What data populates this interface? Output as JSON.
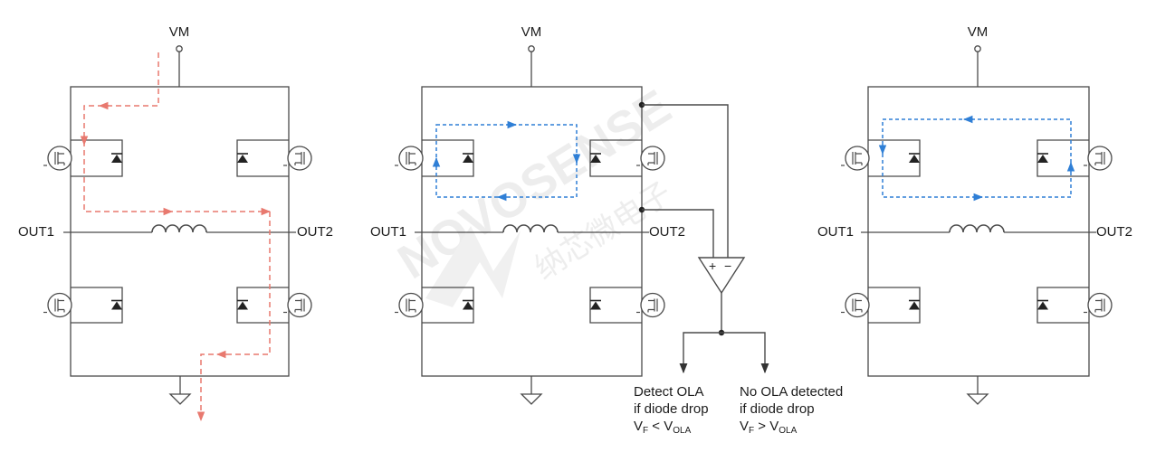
{
  "diagram": {
    "panels": [
      {
        "vm_label": "VM",
        "out1_label": "OUT1",
        "out2_label": "OUT2",
        "current_path_color": "#e8796f"
      },
      {
        "vm_label": "VM",
        "out1_label": "OUT1",
        "out2_label": "OUT2",
        "current_path_color": "#2f7fd6"
      },
      {
        "vm_label": "VM",
        "out1_label": "OUT1",
        "out2_label": "OUT2",
        "current_path_color": "#2f7fd6"
      }
    ],
    "comparator": {
      "plus_sign": "+",
      "minus_sign": "−"
    },
    "outcomes": [
      {
        "line1": "Detect OLA",
        "line2": "if diode drop",
        "v_f": "V",
        "v_f_sub": "F",
        "relation": " < ",
        "v_ola": "V",
        "v_ola_sub": "OLA"
      },
      {
        "line1": "No OLA detected",
        "line2": "if diode drop",
        "v_f": "V",
        "v_f_sub": "F",
        "relation": " > ",
        "v_ola": "V",
        "v_ola_sub": "OLA"
      }
    ],
    "watermark": {
      "brand": "NOVOSENSE",
      "chinese": "纳芯微电子"
    },
    "colors": {
      "line": "#4a4a4a",
      "red_path": "#e8796f",
      "blue_path": "#2f7fd6",
      "watermark": "#e9e9e9"
    }
  }
}
